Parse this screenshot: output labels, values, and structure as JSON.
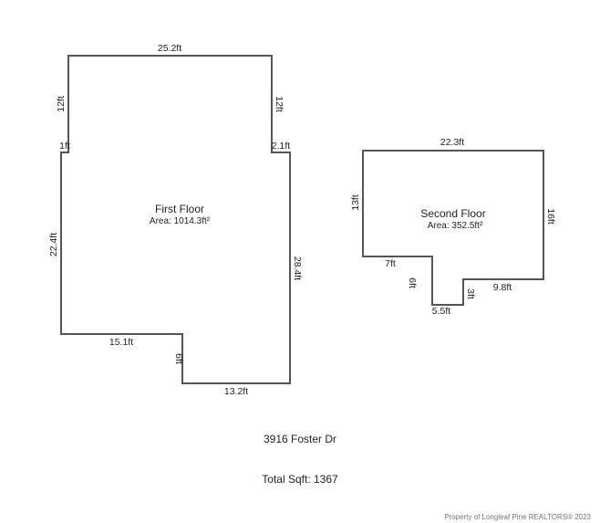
{
  "first_floor": {
    "title": "First Floor",
    "area": "Area: 1014.3ft²",
    "dims": {
      "top": "25.2ft",
      "left_upper": "12ft",
      "right_upper": "12ft",
      "left_step": "1ft",
      "right_step": "2.1ft",
      "left": "22.4ft",
      "right": "28.4ft",
      "bottom_left": "15.1ft",
      "notch": "6ft",
      "bottom": "13.2ft"
    }
  },
  "second_floor": {
    "title": "Second Floor",
    "area": "Area: 352.5ft²",
    "dims": {
      "top": "22.3ft",
      "left": "13ft",
      "right": "16ft",
      "bottom_left": "7ft",
      "notch_left": "6ft",
      "notch_right": "3ft",
      "bottom_right": "9.8ft",
      "bottom": "5.5ft"
    }
  },
  "address": "3916 Foster Dr",
  "total_sqft": "Total Sqft:  1367",
  "watermark": "Property of Longleaf Pine REALTORS®  2023"
}
